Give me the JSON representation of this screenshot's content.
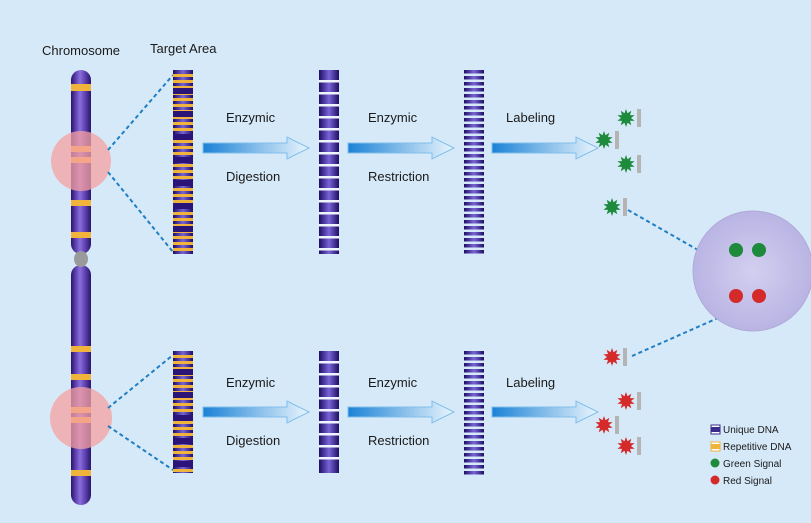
{
  "labels": {
    "chromosome": "Chromosome",
    "target_area": "Target Area"
  },
  "rows": [
    {
      "step1_top": "Enzymic",
      "step1_bottom": "Digestion",
      "step2_top": "Enzymic",
      "step2_bottom": "Restriction",
      "step3_top": "Labeling",
      "signal_color": "#1e8a3c"
    },
    {
      "step1_top": "Enzymic",
      "step1_bottom": "Digestion",
      "step2_top": "Enzymic",
      "step2_bottom": "Restriction",
      "step3_top": "Labeling",
      "signal_color": "#d42a2a"
    }
  ],
  "legend": [
    {
      "label": "Unique DNA",
      "swatch": "unique",
      "color": "#3a2a8c"
    },
    {
      "label": "Repetitive DNA",
      "swatch": "repetitive",
      "color": "#f0b43c"
    },
    {
      "label": "Green Signal",
      "swatch": "dot",
      "color": "#1e8a3c"
    },
    {
      "label": "Red Signal",
      "swatch": "dot",
      "color": "#d42a2a"
    }
  ],
  "colors": {
    "background": "#d6e9f8",
    "chromosome": "#4a2a9c",
    "band": "#f0b43c",
    "target_circle": "#f5a0a0",
    "nucleus": "#c8c4e8",
    "dashed_line": "#1f7fc4",
    "arrow": "#3a9ee0"
  }
}
